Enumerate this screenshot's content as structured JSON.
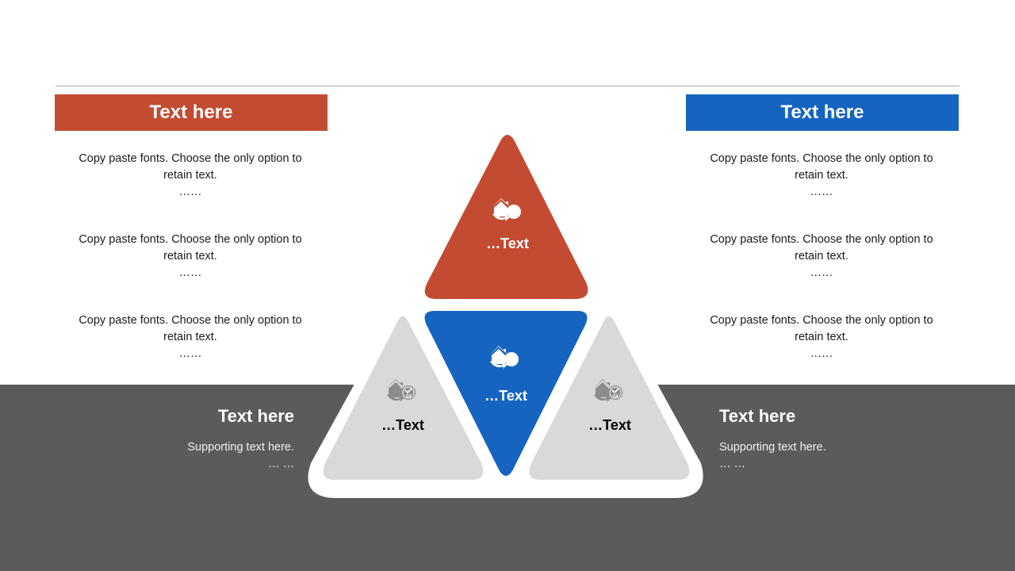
{
  "colors": {
    "orange": "#c34b32",
    "blue": "#1565c0",
    "gray_triangle": "#d9d9d9",
    "band": "#5b5b5b",
    "icon_gray": "#8c8c8c"
  },
  "left_panel": {
    "header": "Text here",
    "paragraphs": [
      {
        "text": "Copy paste fonts. Choose the only option to retain text.",
        "dots": "……"
      },
      {
        "text": "Copy paste fonts. Choose the only option to retain text.",
        "dots": "……"
      },
      {
        "text": "Copy paste fonts. Choose the only option to retain text.",
        "dots": "……"
      }
    ]
  },
  "right_panel": {
    "header": "Text here",
    "paragraphs": [
      {
        "text": "Copy paste fonts. Choose the only option to retain text.",
        "dots": "……"
      },
      {
        "text": "Copy paste fonts. Choose the only option to retain text.",
        "dots": "……"
      },
      {
        "text": "Copy paste fonts. Choose the only option to retain text.",
        "dots": "……"
      }
    ]
  },
  "bottom_left": {
    "title": "Text here",
    "subtitle": "Supporting text here.",
    "dots": "… …"
  },
  "bottom_right": {
    "title": "Text here",
    "subtitle": "Supporting text here.",
    "dots": "… …"
  },
  "triangles": {
    "top": {
      "label": "…Text",
      "icon": "home-24h-icon"
    },
    "center": {
      "label": "…Text",
      "icon": "home-24h-icon"
    },
    "left": {
      "label": "…Text",
      "icon": "home-24h-icon"
    },
    "right": {
      "label": "…Text",
      "icon": "home-24h-icon"
    }
  }
}
